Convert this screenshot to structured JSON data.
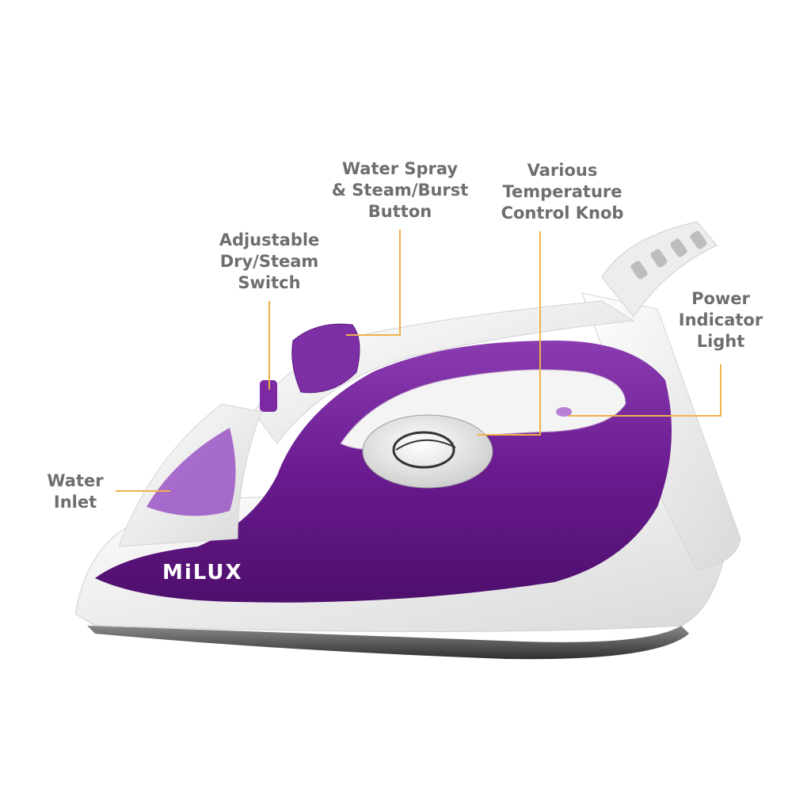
{
  "labels": {
    "spray": [
      "Water Spray",
      "& Steam/Burst",
      "Button"
    ],
    "temp": [
      "Various",
      "Temperature",
      "Control Knob"
    ],
    "switch": [
      "Adjustable",
      "Dry/Steam",
      "Switch"
    ],
    "power": [
      "Power",
      "Indicator",
      "Light"
    ],
    "inlet": [
      "Water",
      "Inlet"
    ]
  },
  "brand": "MiLUX",
  "colors": {
    "accent_line": "#f0b24a",
    "body_purple": "#6a1b8f",
    "shell_white": "#f2f2f2",
    "label_text": "#6e6e6e",
    "soleplate": "#4a4a4a"
  }
}
